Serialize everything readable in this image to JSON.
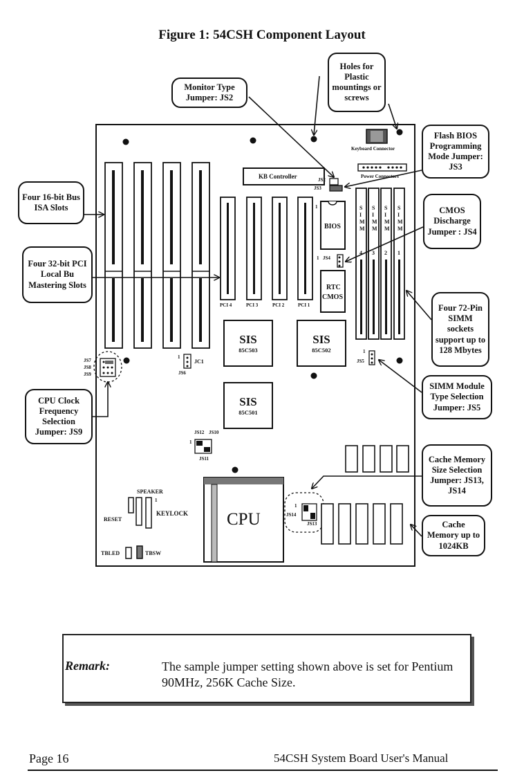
{
  "figure_title": "Figure 1: 54CSH Component Layout",
  "callouts": {
    "monitor_type": "Monitor Type Jumper: JS2",
    "holes": "Holes for Plastic mountings or screws",
    "flash_bios": "Flash BIOS Programming Mode Jumper: JS3",
    "isa_slots": "Four 16-bit Bus ISA Slots",
    "pci_slots": "Four 32-bit PCI Local Bu Mastering Slots",
    "cmos_discharge": "CMOS Discharge Jumper : JS4",
    "simm_sockets": "Four 72-Pin SIMM sockets support up to 128 Mbytes",
    "cpu_clock": "CPU Clock Frequency Selection Jumper: JS9",
    "simm_type": "SIMM Module Type Selection Jumper: JS5",
    "cache_size": "Cache Memory Size Selection Jumper: JS13, JS14",
    "cache_memory": "Cache Memory up to 1024KB"
  },
  "board": {
    "kb_controller": "KB Controller",
    "keyboard_connector": "Keyboard Connector",
    "power_connectors": "Power Connectors",
    "bios": "BIOS",
    "rtc": "RTC",
    "cmos": "CMOS",
    "pci_labels": [
      "PCI 4",
      "PCI 3",
      "PCI 2",
      "PCI 1"
    ],
    "simm_letters": "S I M M",
    "simm_numbers": [
      "4",
      "3",
      "2",
      "1"
    ],
    "sis_title": "SIS",
    "chip_85c503": "85C503",
    "chip_85c502": "85C502",
    "chip_85c501": "85C501",
    "cpu": "CPU",
    "jumpers": {
      "js2": "JS2",
      "js3": "JS3",
      "js4": "JS4",
      "js5": "JS5",
      "js6": "JS6",
      "jc1": "JC1",
      "js7": "JS7",
      "js8": "JS8",
      "js9": "JS9",
      "js10": "JS10",
      "js11": "JS11",
      "js12": "JS12",
      "js13": "JS13",
      "js14": "JS14",
      "pin1": "1"
    },
    "speaker": "SPEAKER",
    "reset": "RESET",
    "keylock": "KEYLOCK",
    "tbled": "TBLED",
    "tbsw": "TBSW"
  },
  "remark": {
    "label": "Remark:",
    "text": "The sample jumper setting shown above is set for Pentium 90MHz, 256K Cache Size."
  },
  "footer": {
    "page": "Page 16",
    "manual": "54CSH System Board User's Manual"
  }
}
